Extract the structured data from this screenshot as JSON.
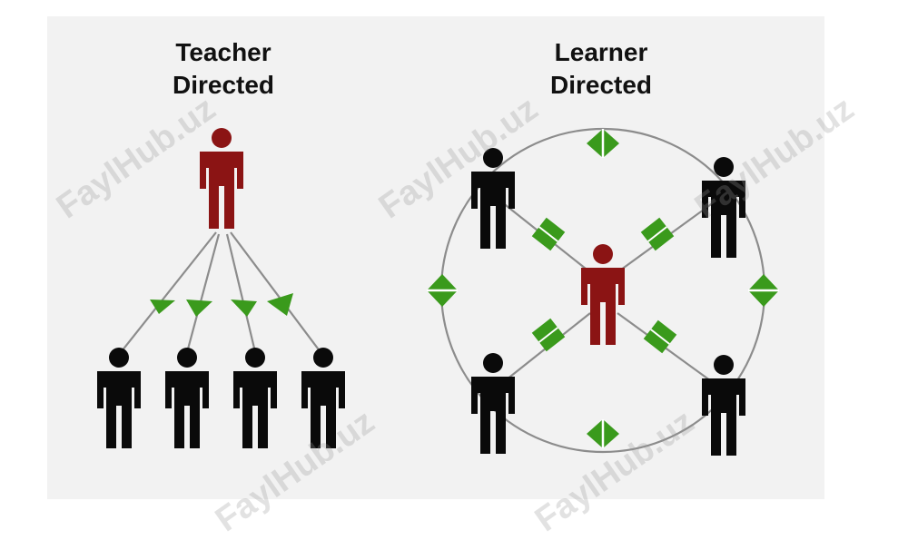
{
  "titles": {
    "teacher": "Teacher\nDirected",
    "learner": "Learner\nDirected"
  },
  "watermark": "FaylHub.uz",
  "colors": {
    "teacher_figure": "#8b1414",
    "student_figure": "#0a0a0a",
    "arrow": "#3a9a1c",
    "line": "#8c8c8c",
    "background": "#f2f2f2"
  },
  "icons": {
    "teacher": "person-icon",
    "student": "person-icon",
    "arrow": "arrowhead-icon",
    "bidirectional": "double-arrow-icon"
  }
}
